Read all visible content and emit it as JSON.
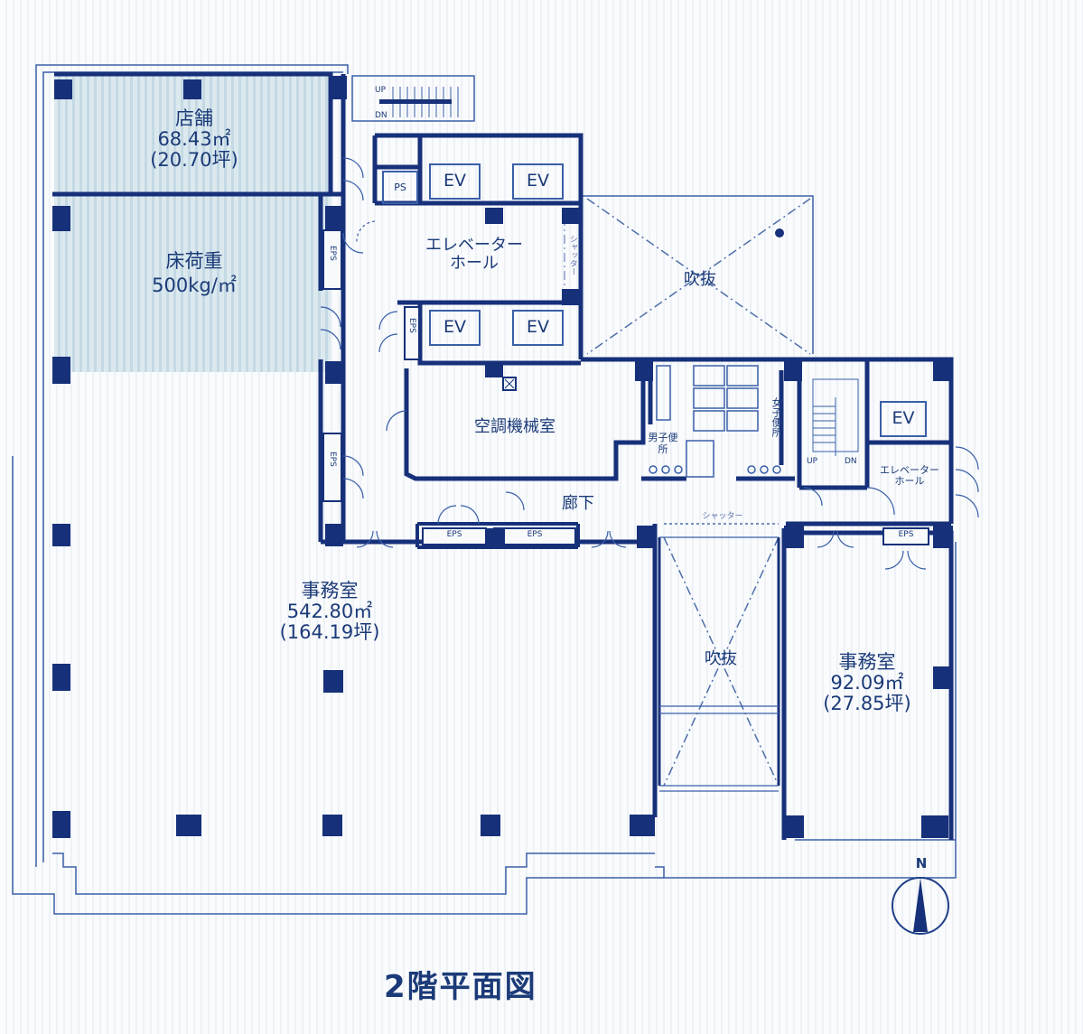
{
  "title": "2階平面図",
  "colors": {
    "wall": "#16307a",
    "line": "#3a5fa8",
    "hatch": "#cfe1ea",
    "text": "#1b3a78"
  },
  "rooms": {
    "shop": {
      "name": "店舗",
      "area_m2": "68.43㎡",
      "area_tsubo": "(20.70坪)"
    },
    "floor_load": {
      "name": "床荷重",
      "value": "500kg/㎡"
    },
    "office_main": {
      "name": "事務室",
      "area_m2": "542.80㎡",
      "area_tsubo": "(164.19坪)"
    },
    "office_small": {
      "name": "事務室",
      "area_m2": "92.09㎡",
      "area_tsubo": "(27.85坪)"
    },
    "void_top": {
      "name": "吹抜"
    },
    "void_bottom": {
      "name": "吹抜"
    },
    "elevator_hall_main": {
      "name_line1": "エレベーター",
      "name_line2": "ホール"
    },
    "elevator_hall_east": {
      "name_line1": "エレベーター",
      "name_line2": "ホール"
    },
    "ac_machine_room": {
      "name": "空調機械室"
    },
    "corridor": {
      "name": "廊下"
    },
    "mens_toilet": {
      "name": "男子便所"
    },
    "womens_toilet": {
      "name": "女子便所"
    }
  },
  "labels": {
    "ev": "EV",
    "ps": "PS",
    "eps": "EPS",
    "up": "UP",
    "dn": "DN",
    "shutter": "シャッター",
    "north": "N"
  }
}
